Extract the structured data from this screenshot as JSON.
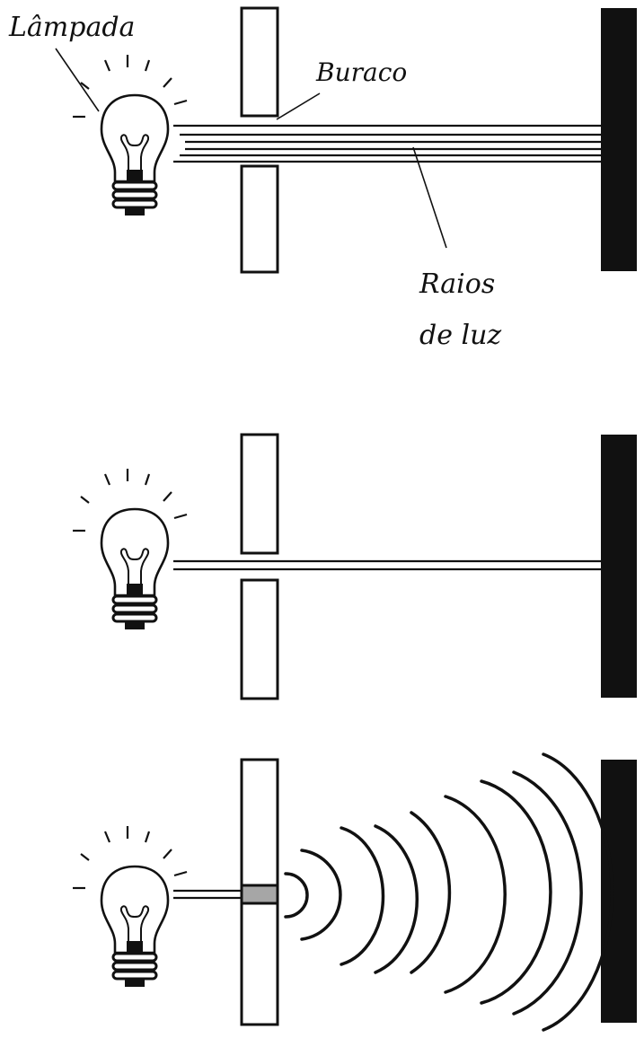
{
  "labels": {
    "lamp": "Lâmpada",
    "hole": "Buraco",
    "rays_line1": "Raios",
    "rays_line2": "de luz"
  },
  "colors": {
    "ink": "#111111",
    "paper": "#ffffff",
    "narrow_hole_fill": "#a6a6a6"
  },
  "icons": [
    "light-bulb-icon"
  ]
}
